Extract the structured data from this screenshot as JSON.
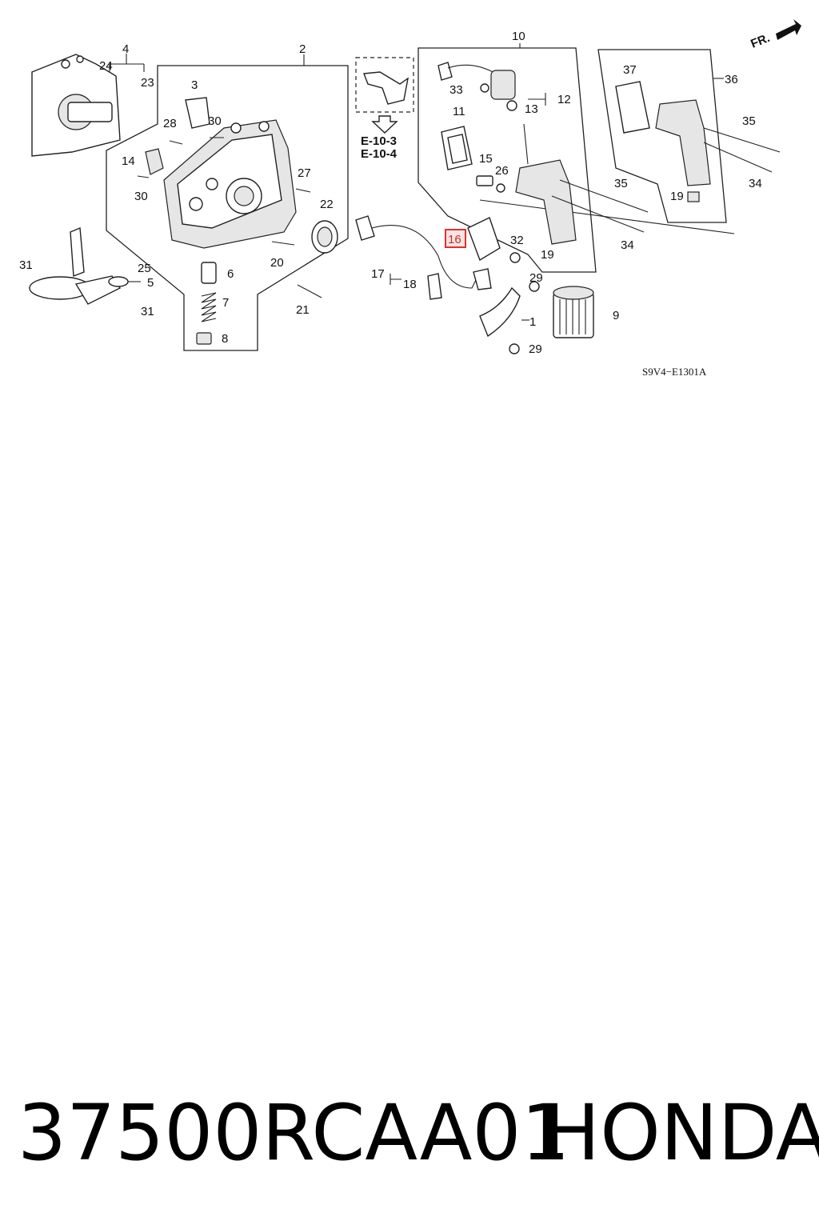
{
  "diagram": {
    "reference_code": "S9V4−E1301A",
    "direction_label": "FR.",
    "subref_1": "E-10-3",
    "subref_2": "E-10-4",
    "highlight_color": "#e03030",
    "callouts": {
      "c1": "1",
      "c2": "2",
      "c3": "3",
      "c4": "4",
      "c5": "5",
      "c6": "6",
      "c7": "7",
      "c8": "8",
      "c9": "9",
      "c10": "10",
      "c11": "11",
      "c12": "12",
      "c13": "13",
      "c14": "14",
      "c15": "15",
      "c16": "16",
      "c17": "17",
      "c18": "18",
      "c19a": "19",
      "c19b": "19",
      "c20": "20",
      "c21": "21",
      "c22": "22",
      "c23": "23",
      "c24": "24",
      "c25": "25",
      "c26": "26",
      "c27": "27",
      "c28": "28",
      "c29a": "29",
      "c29b": "29",
      "c30a": "30",
      "c30b": "30",
      "c31a": "31",
      "c31b": "31",
      "c32": "32",
      "c33": "33",
      "c34a": "34",
      "c34b": "34",
      "c35a": "35",
      "c35b": "35",
      "c36": "36",
      "c37": "37"
    }
  },
  "footer": {
    "part_number": "37500RCAA01",
    "brand": "HONDA"
  }
}
